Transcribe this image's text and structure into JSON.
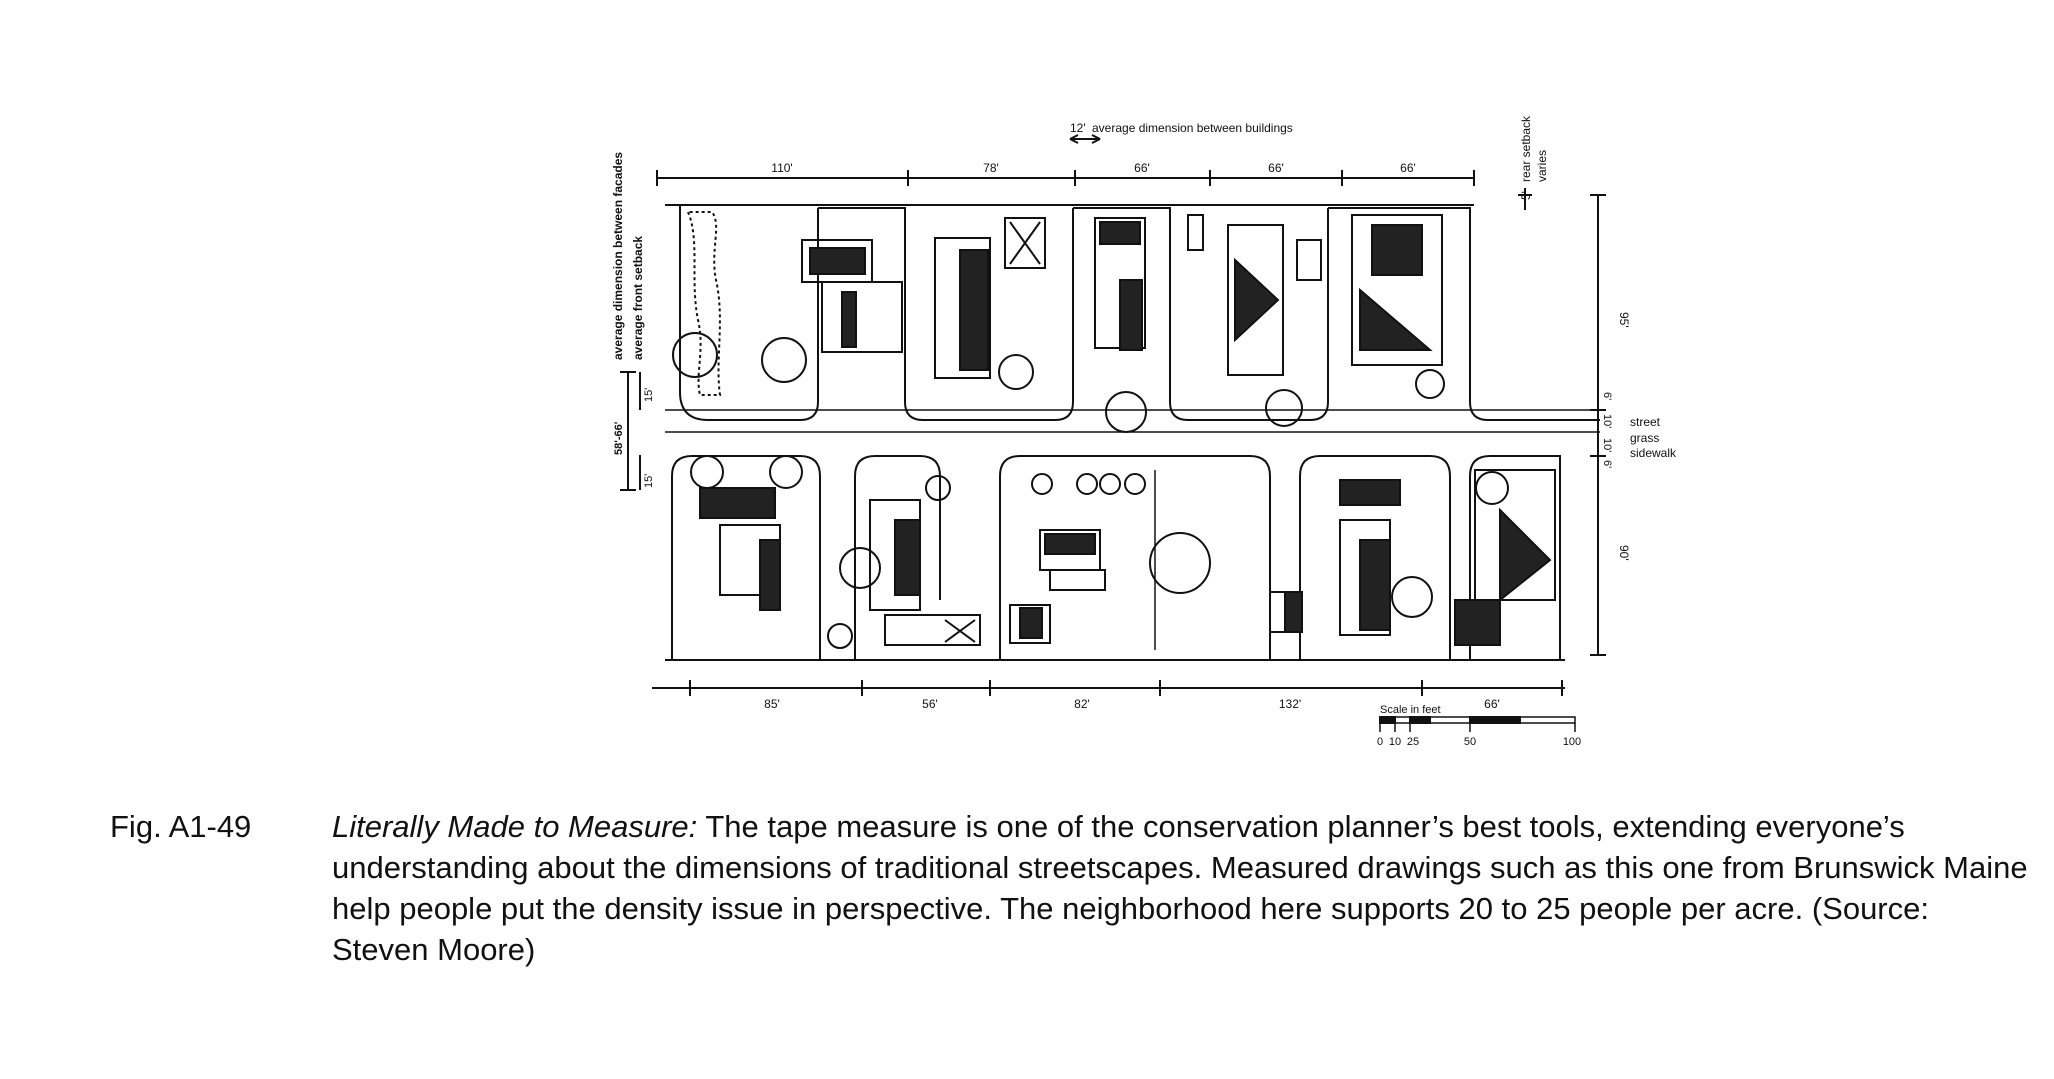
{
  "diagram": {
    "top_note": {
      "value": "12'",
      "text": "average dimension between buildings"
    },
    "top_dims": [
      "110'",
      "78'",
      "66'",
      "66'",
      "66'"
    ],
    "bottom_dims": [
      "85'",
      "56'",
      "82'",
      "132'",
      "66'"
    ],
    "rear_setback": {
      "value": "5'",
      "line1": "rear setback",
      "line2": "varies"
    },
    "left_label_1": "average dimension between facades",
    "left_label_2": "average front setback",
    "left_dims": {
      "total": "58'-66'",
      "front_top": "15'",
      "front_bottom": "15'"
    },
    "right_depths": {
      "top": "95'",
      "bottom": "90'"
    },
    "street_section": {
      "dims": [
        "6'",
        "10'",
        "10'",
        "6'"
      ],
      "labels": [
        "street",
        "grass",
        "sidewalk"
      ]
    },
    "scale": {
      "title": "Scale in feet",
      "ticks": [
        "0",
        "10",
        "25",
        "50",
        "100"
      ]
    }
  },
  "caption": {
    "figure_number": "Fig. A1-49",
    "title": "Literally Made to Measure:",
    "text": "The tape measure is one of the conservation planner’s best tools, extending everyone’s understanding about the dimensions of traditional streetscapes. Measured drawings such as this one from Brunswick Maine help people put the density issue in perspective. The neighborhood here supports 20 to 25 people per acre. (Source: Steven Moore)"
  }
}
